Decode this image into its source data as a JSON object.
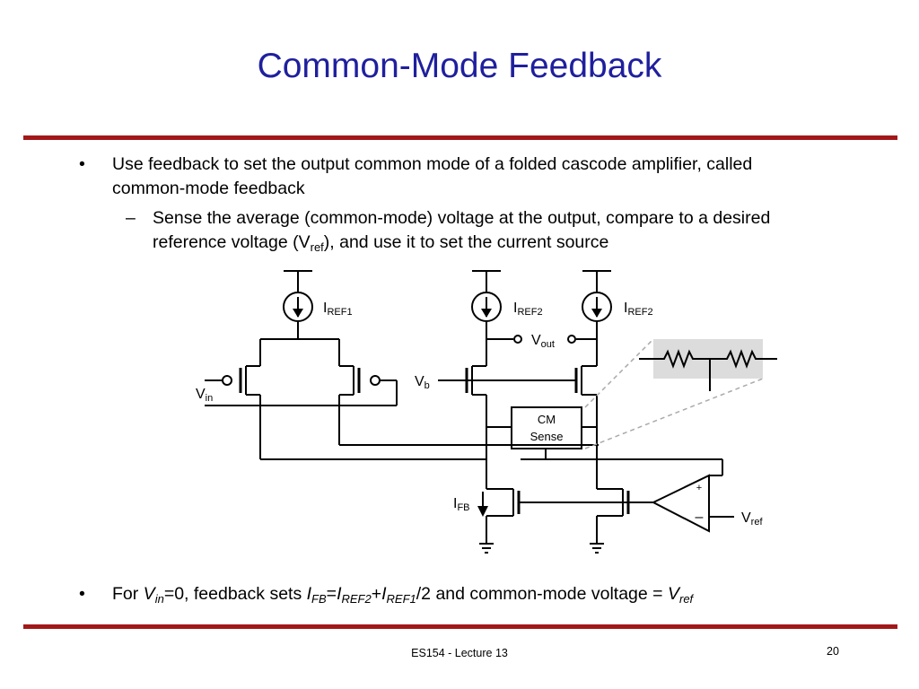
{
  "slide": {
    "title": "Common-Mode Feedback",
    "bullet1": {
      "text": "Use feedback to set the output common mode of a folded cascode amplifier, called common-mode feedback",
      "sub": {
        "part1": "Sense the average (common-mode) voltage at the output, compare to a desired reference voltage (V",
        "sub_ref": "ref",
        "part2": "), and use it to set the current source"
      }
    },
    "bullet2": {
      "prefix": "For ",
      "v": "V",
      "v_sub": "in",
      "eq1": "=0, feedback sets ",
      "ifb": "I",
      "ifb_sub": "FB",
      "eq2": "=",
      "iref2": "I",
      "iref2_sub": "REF2",
      "plus": "+",
      "iref1": "I",
      "iref1_sub": "REF1",
      "tail": "/2 and common-mode voltage = ",
      "vref": "V",
      "vref_sub": "ref"
    },
    "bullet_mark": "•",
    "dash_mark": "–",
    "footer": "ES154 - Lecture 13",
    "page_number": "20",
    "accent_color": "#a21818",
    "title_color": "#1f1f9e"
  },
  "circuit": {
    "iref1": {
      "main": "I",
      "sub": "REF1"
    },
    "iref2a": {
      "main": "I",
      "sub": "REF2"
    },
    "iref2b": {
      "main": "I",
      "sub": "REF2"
    },
    "vout": {
      "main": "V",
      "sub": "out"
    },
    "vb": {
      "main": "V",
      "sub": "b"
    },
    "vin": {
      "main": "V",
      "sub": "in"
    },
    "ifb": {
      "main": "I",
      "sub": "FB"
    },
    "vref": {
      "main": "V",
      "sub": "ref"
    },
    "cm_sense_line1": "CM",
    "cm_sense_line2": "Sense",
    "opamp_plus": "+",
    "opamp_minus": "–",
    "icons": [
      "current-source-icon",
      "ground-icon",
      "resistor-icon",
      "opamp-icon",
      "pmos-icon",
      "nmos-icon"
    ]
  }
}
